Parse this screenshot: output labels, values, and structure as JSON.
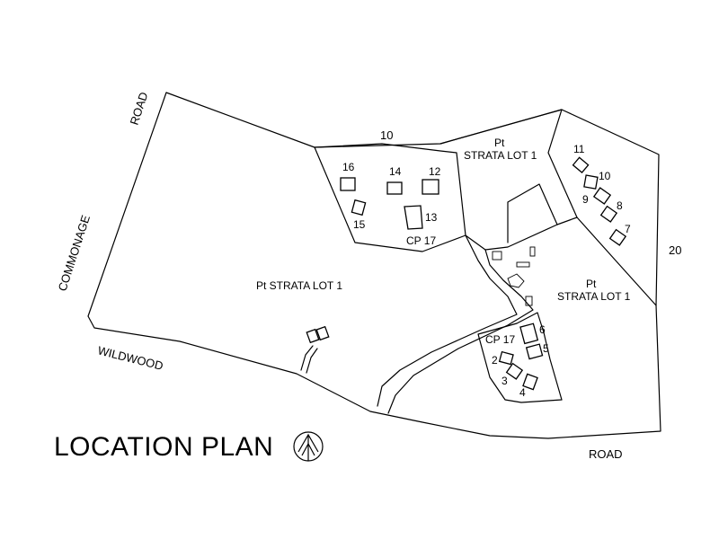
{
  "title": "LOCATION PLAN",
  "roads": {
    "road_top": "ROAD",
    "commonage": "COMMONAGE",
    "wildwood": "WILDWOOD",
    "road_bottom": "ROAD"
  },
  "lots": {
    "lot_10": "10",
    "lot_20": "20",
    "pt_strata_main": "Pt STRATA LOT 1",
    "pt_strata_top_pt": "Pt",
    "pt_strata_top_name": "STRATA LOT 1",
    "pt_strata_right_pt": "Pt",
    "pt_strata_right_name": "STRATA LOT 1",
    "cp17_top": "CP 17",
    "cp17_bottom": "CP 17"
  },
  "units": {
    "u2": "2",
    "u3": "3",
    "u4": "4",
    "u5": "5",
    "u6": "6",
    "u7": "7",
    "u8": "8",
    "u9": "9",
    "u10": "10",
    "u11": "11",
    "u12": "12",
    "u13": "13",
    "u14": "14",
    "u15": "15",
    "u16": "16"
  },
  "icons": {
    "north_arrow": "north-arrow-icon"
  }
}
